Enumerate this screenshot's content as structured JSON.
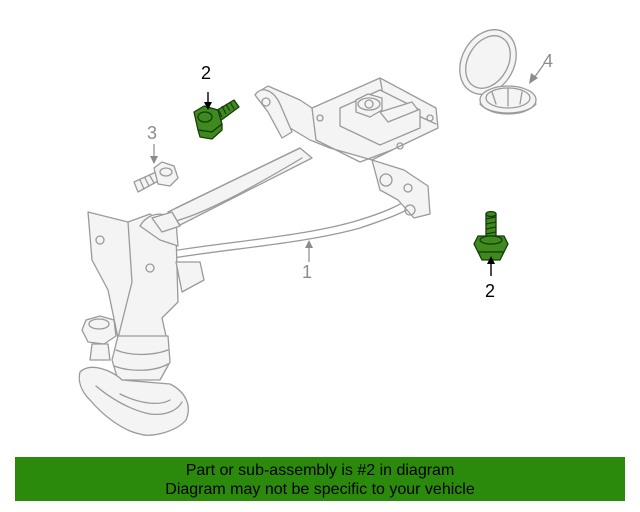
{
  "callouts": {
    "part_1": "1",
    "part_2_upper": "2",
    "part_2_right": "2",
    "part_3": "3",
    "part_4": "4"
  },
  "banner": {
    "line1": "Part or sub-assembly is #2 in diagram",
    "line2": "Diagram may not be specific to your vehicle"
  },
  "colors": {
    "highlight_part": "#3f8a1f",
    "banner_background": "#2b8a0c",
    "line_art": "#9a9a9a"
  }
}
